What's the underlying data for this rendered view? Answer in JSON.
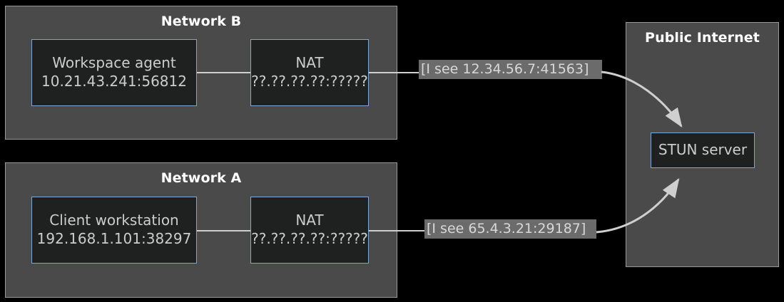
{
  "diagram": {
    "title_hidden": true,
    "theme": {
      "background": "#000000",
      "cluster_fill": "#4a4a4a",
      "cluster_stroke": "#9a9a9a",
      "node_fill": "#1f2020",
      "node_stroke": "#81a8d0",
      "node_text": "#cccccc",
      "cluster_title_text": "#ffffff",
      "edge_stroke": "#cfcfcf",
      "edge_label_fill": "#6b6b6b",
      "edge_label_text": "#d8d8d8"
    }
  },
  "clusters": [
    {
      "id": "network-b",
      "title": "Network B"
    },
    {
      "id": "network-a",
      "title": "Network A"
    },
    {
      "id": "public-internet",
      "title": "Public Internet"
    }
  ],
  "nodes": {
    "workspace_agent": {
      "line1": "Workspace agent",
      "line2": "10.21.43.241:56812"
    },
    "nat_b": {
      "line1": "NAT",
      "line2": "??.??.??.??:?????"
    },
    "client_workstation": {
      "line1": "Client workstation",
      "line2": "192.168.1.101:38297"
    },
    "nat_a": {
      "line1": "NAT",
      "line2": "??.??.??.??:?????"
    },
    "stun_server": {
      "line1": "STUN server"
    }
  },
  "edge_labels": {
    "from_network_b": "[I see 12.34.56.7:41563]",
    "from_network_a": "[I see 65.4.3.21:29187]"
  }
}
